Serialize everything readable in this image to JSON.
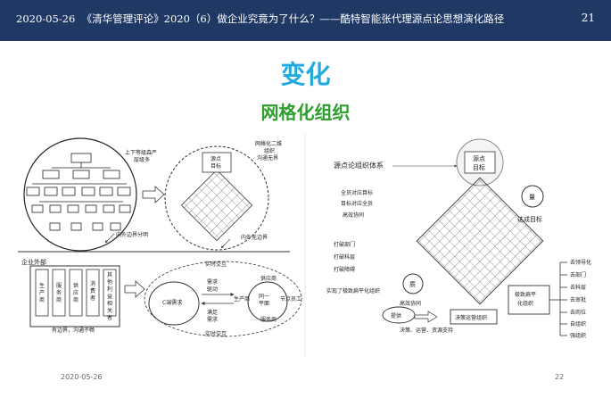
{
  "header": {
    "date": "2020-05-26",
    "title": "《清华管理评论》2020（6）做企业究竟为了什么？——酷特智能张代理源点论思想演化路径",
    "page_number": "21"
  },
  "titles": {
    "main": "变化",
    "sub": "网格化组织"
  },
  "left": {
    "hierarchy_label": "上下等级森严\n层级多",
    "boundary_label": "内外边界分明",
    "grid_label": "网格化二维\n组织\n沟通无界",
    "no_boundary_label": "内外无边界",
    "source_point": "源点\n目标",
    "outside": "企业外部",
    "columns": [
      "生产商",
      "服务商",
      "供应商",
      "消费者",
      "其他利益相关者"
    ],
    "bottom_caption": "有边界，沟通不畅",
    "flow": {
      "realtime_top": "实时交互",
      "c_demand": "C端需求",
      "needs_drive": "需求\n驱动",
      "satisfy_demand": "满足\n需求",
      "producer": "生产商",
      "same_plane": "同一\n平面",
      "supplier": "供应商",
      "node_staff": "节点员工",
      "service": "服务商",
      "realtime_bottom": "实时交互"
    }
  },
  "right": {
    "system_title": "源点论组织体系",
    "source_point": "源点\n目标",
    "items_top": [
      "全员对应目标",
      "目标对应全员",
      "高效协同"
    ],
    "quantity": "量",
    "reach_target": "达成目标",
    "items_mid": [
      "打破部门",
      "打破科层",
      "打破障碍"
    ],
    "realized": "实现了极致扁平化组织",
    "quality": "质",
    "efficient": "高效协同",
    "provide": "提供",
    "decision_center": "决策运营组织",
    "support": "决策、运营、资源支持",
    "flat_org": "极致扁平\n化组织",
    "branches": [
      "去领导化",
      "去部门",
      "去科层",
      "去审批",
      "去岗位",
      "自组织",
      "强组织"
    ]
  },
  "footer": {
    "date": "2020-05-26",
    "page": "22"
  }
}
